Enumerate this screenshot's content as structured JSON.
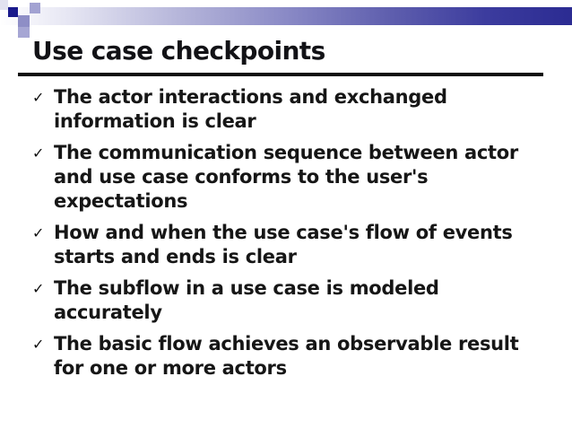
{
  "slide": {
    "title": "Use case checkpoints",
    "bullets": [
      {
        "marker": "✓",
        "text": "The actor interactions and exchanged\ninformation is clear"
      },
      {
        "marker": "✓",
        "text": "The communication sequence between actor\nand use case conforms to the user's\nexpectations"
      },
      {
        "marker": "✓",
        "text": "How and when the use case's flow of events\nstarts and ends is clear"
      },
      {
        "marker": "✓",
        "text": "The subflow in a use case is modeled\naccurately"
      },
      {
        "marker": "✓",
        "text": "The basic flow achieves an observable result\nfor one or more actors"
      }
    ]
  },
  "theme": {
    "bar_gradient_end": "#2b2b92",
    "pixel_square_navy": "#1a1a8c",
    "pixel_square_lavender": "#a2a2d2",
    "title_color": "#121216",
    "body_text_color": "#161616",
    "underline_color": "#0d0d0d",
    "background": "#ffffff"
  }
}
